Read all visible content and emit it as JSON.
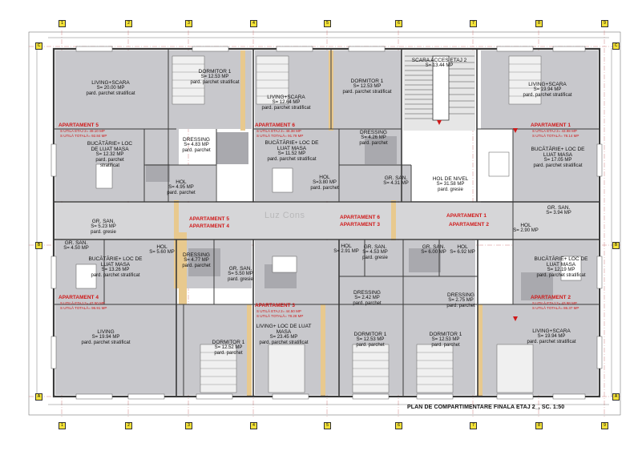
{
  "title": "PLAN DE COMPARTIMENTARE FINALA ETAJ 2_, SC. 1:50",
  "watermark": "Luz Cons",
  "grid_columns": [
    "1",
    "2",
    "3",
    "4",
    "5",
    "6",
    "7",
    "8",
    "9"
  ],
  "grid_rows": [
    "C",
    "B",
    "A"
  ],
  "rooms": [
    {
      "id": "living-scara-5",
      "name": "LIVING+SCARA",
      "area": "S= 20.00 MP",
      "finish": "pard. parchet stratificat"
    },
    {
      "id": "dormitor-5",
      "name": "DORMITOR 1",
      "area": "S= 12.53 MP",
      "finish": "pard. parchet stratificat"
    },
    {
      "id": "living-scara-6",
      "name": "LIVING+SCARA",
      "area": "S= 12.64 MP",
      "finish": "pard. parchet stratificat"
    },
    {
      "id": "dormitor-6",
      "name": "DORMITOR 1",
      "area": "S= 12.53 MP",
      "finish": "pard. parchet stratificat"
    },
    {
      "id": "scara-acces",
      "name": "SCARA ACCES ETAJ 2",
      "area": "S= 13.44 MP",
      "finish": ""
    },
    {
      "id": "living-scara-1",
      "name": "LIVING+SCARA",
      "area": "S= 19.94 MP",
      "finish": "pard. parchet stratificat"
    },
    {
      "id": "dressing-5",
      "name": "DRESSING",
      "area": "S= 4.83 MP",
      "finish": "pard. parchet"
    },
    {
      "id": "bucatarie-5",
      "name": "BUCĂTĂRIE+ LOC DE LUAT MASA",
      "area": "S= 12.32 MP",
      "finish": "pard. parchet stratificat"
    },
    {
      "id": "bucatarie-6",
      "name": "BUCĂTĂRIE+ LOC DE LUAT MASA",
      "area": "S= 11.52 MP",
      "finish": "pard. parchet stratificat"
    },
    {
      "id": "dressing-6",
      "name": "DRESSING",
      "area": "S= 4.26 MP",
      "finish": "pard. parchet"
    },
    {
      "id": "bucatarie-1",
      "name": "BUCĂTĂRIE+ LOC DE LUAT MASA",
      "area": "S= 17.05 MP",
      "finish": "pard. parchet stratificat"
    },
    {
      "id": "hol-5",
      "name": "HOL",
      "area": "S= 4.95 MP",
      "finish": "pard. parchet"
    },
    {
      "id": "hol-6",
      "name": "HOL",
      "area": "S=3.80 MP",
      "finish": "pard. parchet"
    },
    {
      "id": "gr-san-6",
      "name": "GR. SAN.",
      "area": "S= 4.31 MP",
      "finish": ""
    },
    {
      "id": "hol-nivel",
      "name": "HOL DE NIVEL",
      "area": "S= 31.58 MP",
      "finish": "pard. gresie"
    },
    {
      "id": "gr-san-1",
      "name": "GR. SAN.",
      "area": "S= 3.94 MP",
      "finish": ""
    },
    {
      "id": "hol-1",
      "name": "HOL",
      "area": "S= 2.90 MP",
      "finish": ""
    },
    {
      "id": "gr-san-5",
      "name": "GR. SAN.",
      "area": "S= 5.23 MP",
      "finish": "pard. gresie"
    },
    {
      "id": "gr-san-4",
      "name": "GR. SAN.",
      "area": "S= 4.50 MP",
      "finish": ""
    },
    {
      "id": "hol-4",
      "name": "HOL",
      "area": "S= 5.60 MP",
      "finish": ""
    },
    {
      "id": "bucatarie-4",
      "name": "BUCĂTĂRIE+ LOC DE LUAT MASA",
      "area": "S= 13.26 MP",
      "finish": "pard. parchet stratificat"
    },
    {
      "id": "dressing-4",
      "name": "DRESSING",
      "area": "S= 4.77 MP",
      "finish": "pard. parchet"
    },
    {
      "id": "gr-san-3",
      "name": "GR. SAN.",
      "area": "S= 5.50 MP",
      "finish": "pard. gresie"
    },
    {
      "id": "hol-3",
      "name": "HOL",
      "area": "S= 2.91 MP",
      "finish": ""
    },
    {
      "id": "gr-san-3b",
      "name": "GR. SAN.",
      "area": "S= 4.53 MP",
      "finish": "pard. gresie"
    },
    {
      "id": "gr-san-2",
      "name": "GR. SAN.",
      "area": "S= 6.00 MP",
      "finish": ""
    },
    {
      "id": "hol-2",
      "name": "HOL",
      "area": "S= 6.92 MP",
      "finish": ""
    },
    {
      "id": "bucatarie-2",
      "name": "BUCĂTĂRIE+ LOC DE LUAT MASA",
      "area": "S= 12.19 MP",
      "finish": "pard. parchet stratificat"
    },
    {
      "id": "dressing-3",
      "name": "DRESSING",
      "area": "S= 2.42 MP",
      "finish": "pard. parchet"
    },
    {
      "id": "dressing-2",
      "name": "DRESSING",
      "area": "S= 2.75 MP",
      "finish": "pard. parchet"
    },
    {
      "id": "living-4",
      "name": "LIVING",
      "area": "S= 19.94 MP",
      "finish": "pard. parchet stratificat"
    },
    {
      "id": "dormitor-4",
      "name": "DORMITOR 1",
      "area": "S= 12.52 MP",
      "finish": "pard. parchet"
    },
    {
      "id": "living-3",
      "name": "LIVING+ LOC DE LUAT MASA",
      "area": "S= 23.45 MP",
      "finish": "pard. parchet stratificat"
    },
    {
      "id": "dormitor-3",
      "name": "DORMITOR 1",
      "area": "S= 12.53 MP",
      "finish": "pard. parchet"
    },
    {
      "id": "dormitor-2",
      "name": "DORMITOR 1",
      "area": "S= 12.53 MP",
      "finish": "pard. parchet"
    },
    {
      "id": "living-scara-2",
      "name": "LIVING+SCARA",
      "area": "S= 19.94 MP",
      "finish": "pard. parchet stratificat"
    }
  ],
  "apartments": [
    {
      "id": "ap5",
      "label": "APARTAMENT 5",
      "utila": "S UTILĂ ETAJ 2= 49.10 MP",
      "totala": "S UTILĂ TOTALĂ= 92.84 MP"
    },
    {
      "id": "ap6",
      "label": "APARTAMENT 6",
      "utila": "S UTILĂ ETAJ 2= 48.38 MP",
      "totala": "S UTILĂ TOTALĂ= 91.79 MP"
    },
    {
      "id": "ap1",
      "label": "APARTAMENT 1",
      "utila": "S UTILĂ ETAJ 2= 43.98 MP",
      "totala": "S UTILĂ TOTALĂ= 78.14 MP"
    },
    {
      "id": "ap4",
      "label": "APARTAMENT 4",
      "utila": "S UTILĂ ETAJ 2= 47.50 MP",
      "totala": "S UTILĂ TOTALĂ= 96.91 MP"
    },
    {
      "id": "ap3",
      "label": "APARTAMENT 3",
      "utila": "S UTILĂ ETAJ 2= 44.50 MP",
      "totala": "S UTILĂ TOTALĂ= 78.28 MP"
    },
    {
      "id": "ap2",
      "label": "APARTAMENT 2",
      "utila": "S UTILĂ ETAJ 2= 43.98 MP",
      "totala": "S UTILĂ TOTALĂ= 86.37 MP"
    }
  ],
  "corridor_labels": [
    "APARTAMENT 5",
    "APARTAMENT 4",
    "APARTAMENT 6",
    "APARTAMENT 3",
    "APARTAMENT 1",
    "APARTAMENT 2"
  ],
  "colors": {
    "walls": "#3a3a3a",
    "rooms": "#c8c8cc",
    "room_dark": "#a9a9ae",
    "apartment_text": "#d01818",
    "axis": "#d08080",
    "grid_bubble": "#f4e23a",
    "wood": "#e8c98e"
  }
}
